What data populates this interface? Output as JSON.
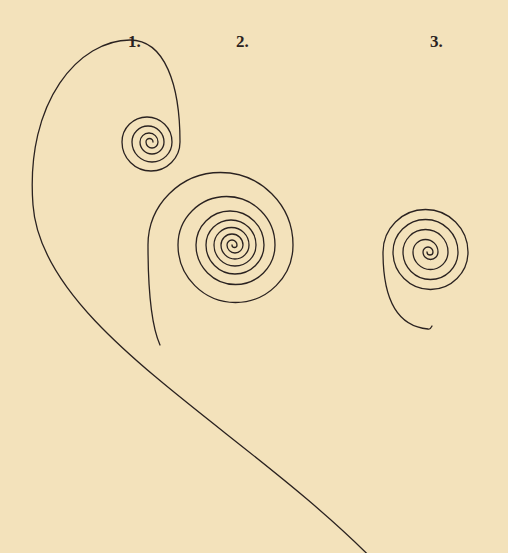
{
  "diagram": {
    "labels": [
      "1.",
      "2.",
      "3."
    ]
  }
}
